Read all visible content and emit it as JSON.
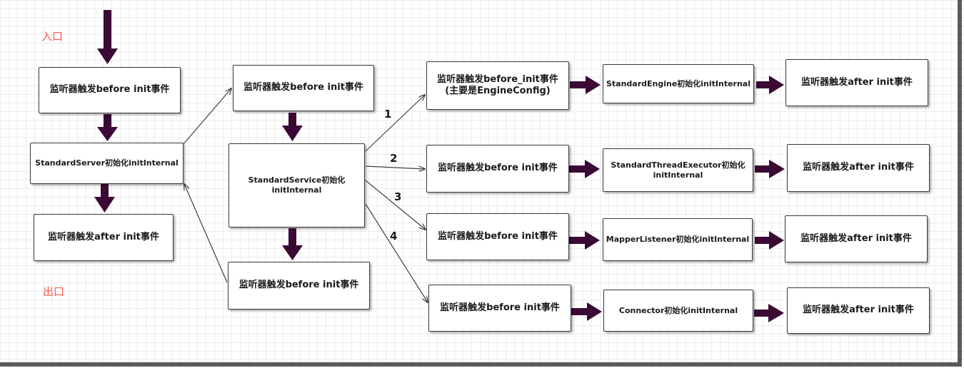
{
  "labels": {
    "entry": "入口",
    "exit": "出口"
  },
  "colors": {
    "arrow": "#3a0a35",
    "line": "#404040",
    "label": "#ff5a4e"
  },
  "column1": {
    "server_before": "监听器触发before init事件",
    "server_init": "StandardServer初始化initInternal",
    "server_after": "监听器触发after init事件"
  },
  "column2": {
    "service_before": "监听器触发before init事件",
    "service_init": "StandardService初始化\ninitInternal",
    "service_after": "监听器触发before init事件"
  },
  "branches": [
    {
      "number": "1",
      "before": "监听器触发before_init事件\n(主要是EngineConfig)",
      "init": "StandardEngine初始化initInternal",
      "after": "监听器触发after init事件"
    },
    {
      "number": "2",
      "before": "监听器触发before init事件",
      "init": "StandardThreadExecutor初始化\ninitInternal",
      "after": "监听器触发after init事件"
    },
    {
      "number": "3",
      "before": "监听器触发before init事件",
      "init": "MapperListener初始化initInternal",
      "after": "监听器触发after init事件"
    },
    {
      "number": "4",
      "before": "监听器触发before init事件",
      "init": "Connector初始化initInternal",
      "after": "监听器触发after init事件"
    }
  ]
}
